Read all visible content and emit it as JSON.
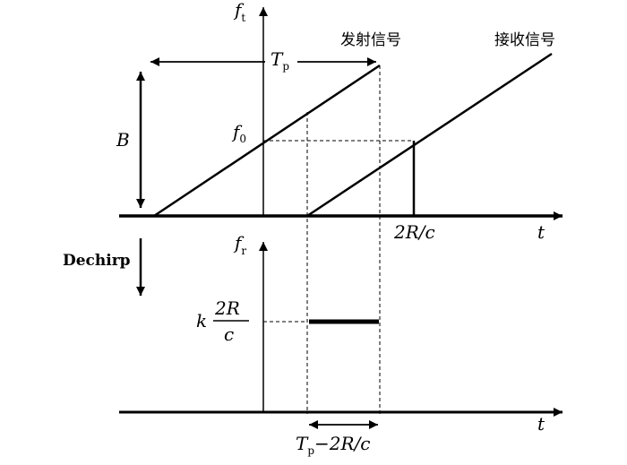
{
  "top": {
    "axis_y_var": "f",
    "axis_y_sub": "t",
    "axis_x_label": "t",
    "tp_var": "T",
    "tp_sub": "p",
    "b_label": "B",
    "f0_var": "f",
    "f0_sub": "0",
    "tx_label": "发射信号",
    "rx_label": "接收信号",
    "delay_label": "2R/c"
  },
  "dechirp": {
    "label": "Dechirp"
  },
  "bottom": {
    "axis_y_var": "f",
    "axis_y_sub": "r",
    "axis_x_label": "t",
    "k_label": "k",
    "frac_num": "2R",
    "frac_den": "c",
    "width_var": "T",
    "width_sub": "p",
    "width_rest": "−2R/c"
  },
  "colors": {
    "ink": "#000000",
    "background": "#ffffff"
  }
}
